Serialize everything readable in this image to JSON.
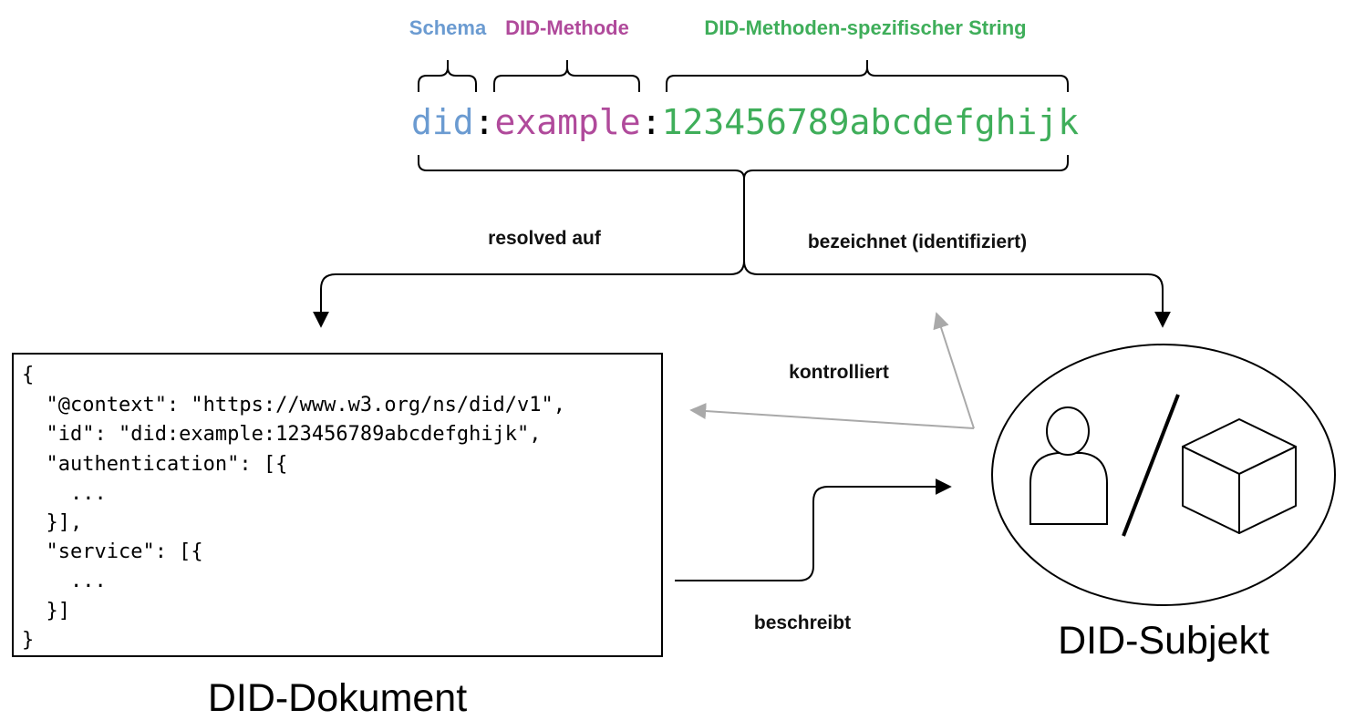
{
  "colors": {
    "schema": "#6b9bd1",
    "method": "#b04a9b",
    "specific": "#3fae5a",
    "controls_arrow": "#a9a9a9",
    "ink": "#000000"
  },
  "did_syntax": {
    "segment_labels": {
      "schema": "Schema",
      "method": "DID-Methode",
      "specific": "DID-Methoden-spezifischer String"
    },
    "parts": {
      "schema": "did",
      "sep1": ":",
      "method": "example",
      "sep2": ":",
      "specific": "123456789abcdefghijk"
    }
  },
  "relations": {
    "resolves_to": "resolved auf",
    "identifies": "bezeichnet (identifiziert)",
    "controls": "kontrolliert",
    "describes": "beschreibt"
  },
  "document": {
    "title": "DID-Dokument",
    "code_lines": [
      "{",
      "  \"@context\": \"https://www.w3.org/ns/did/v1\",",
      "  \"id\": \"did:example:123456789abcdefghijk\",",
      "  \"authentication\": [{",
      "    ...",
      "  }],",
      "  \"service\": [{",
      "    ...",
      "  }]",
      "}"
    ]
  },
  "subject": {
    "title": "DID-Subjekt",
    "icons": [
      "person-icon",
      "cube-icon"
    ]
  }
}
